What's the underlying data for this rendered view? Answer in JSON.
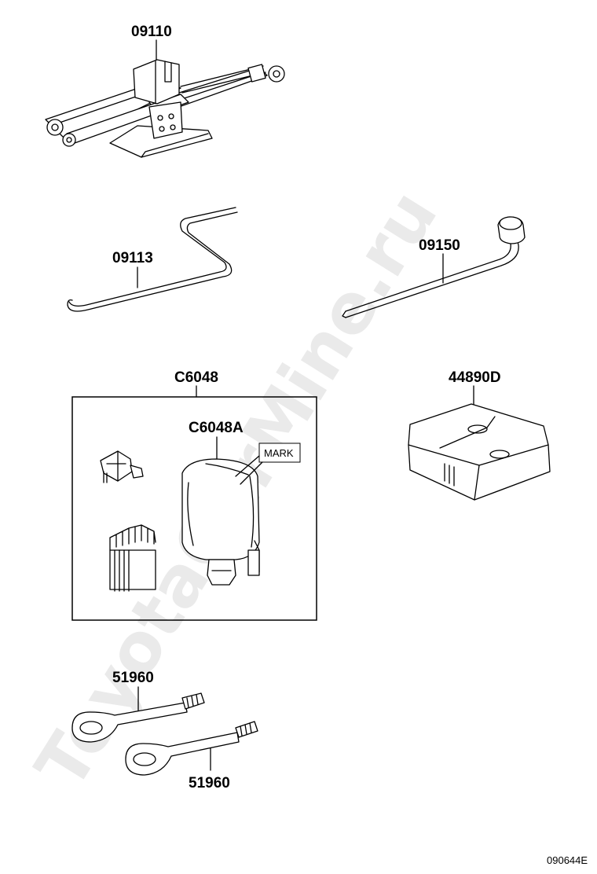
{
  "labels": {
    "jack": "09110",
    "jack_handle": "09113",
    "lug_wrench": "09150",
    "kit": "C6048",
    "kit_bottle": "C6048A",
    "mark": "MARK",
    "tool_bag": "44890D",
    "towing_eye_1": "51960",
    "towing_eye_2": "51960"
  },
  "watermark": "ToyotaCarMine.ru",
  "figure_id": "090644E"
}
